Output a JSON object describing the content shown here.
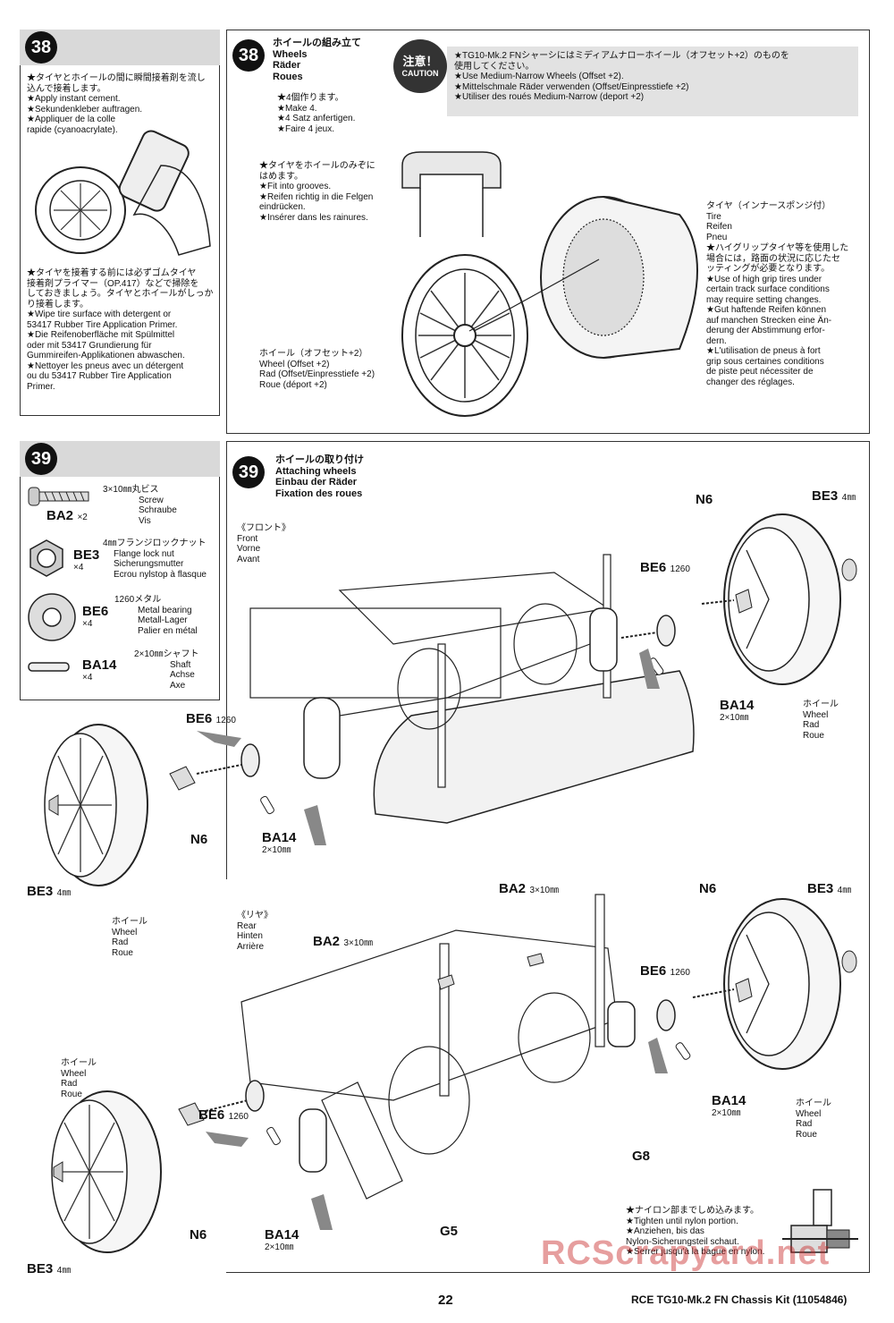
{
  "step38": {
    "number": "38",
    "left_panel": {
      "glue_note": [
        "★タイヤとホイールの間に瞬間接着剤を流し",
        "込んで接着します。",
        "★Apply instant cement.",
        "★Sekundenkleber auftragen.",
        "★Appliquer de la colle",
        "rapide (cyanoacrylate)."
      ],
      "primer_note": [
        "★タイヤを接着する前には必ずゴムタイヤ",
        "接着剤プライマー（OP.417）などで掃除を",
        "しておきましょう。タイヤとホイールがしっか",
        "り接着します。",
        "★Wipe tire surface with detergent or",
        "53417 Rubber Tire Application Primer.",
        "★Die Reifenoberfläche mit Spülmittel",
        "oder mit 53417 Grundierung für",
        "Gummireifen-Applikationen abwaschen.",
        "★Nettoyer les pneus avec un détergent",
        "ou du 53417 Rubber Tire Application",
        "Primer."
      ]
    },
    "title": [
      "ホイールの組み立て",
      "Wheels",
      "Räder",
      "Roues"
    ],
    "make": [
      "★4個作ります。",
      "★Make 4.",
      "★4 Satz anfertigen.",
      "★Faire 4 jeux."
    ],
    "caution_badge": [
      "注意！",
      "CAUTION"
    ],
    "caution_text": [
      "★TG10-Mk.2 FNシャーシにはミディアムナローホイール（オフセット+2）のものを",
      "使用してください。",
      "★Use Medium-Narrow Wheels (Offset +2).",
      "★Mittelschmale Räder verwenden (Offset/Einpresstiefe +2)",
      "★Utiliser des roués Medium-Narrow (deport +2)"
    ],
    "groove_note": [
      "★タイヤをホイールのみぞに",
      "はめます。",
      "★Fit into grooves.",
      "★Reifen richtig in die Felgen",
      "eindrücken.",
      "★Insérer dans les rainures."
    ],
    "tire_label": [
      "タイヤ（インナースポンジ付）",
      "Tire",
      "Reifen",
      "Pneu"
    ],
    "grip_note": [
      "★ハイグリップタイヤ等を使用した",
      "場合には，路面の状況に応じたセ",
      "ッティングが必要となります。",
      "★Use of high grip tires under",
      "certain track surface conditions",
      "may require setting changes.",
      "★Gut haftende Reifen können",
      "auf manchen Strecken eine Än-",
      "derung der Abstimmung erfor-",
      "dern.",
      "★L'utilisation de pneus à fort",
      "grip sous certaines conditions",
      "de piste peut nécessiter de",
      "changer des réglages."
    ],
    "wheel_label": [
      "ホイール（オフセット+2）",
      "Wheel (Offset +2)",
      "Rad (Offset/Einpresstiefe +2)",
      "Roue (déport +2)"
    ]
  },
  "step39": {
    "number": "39",
    "parts": [
      {
        "code": "BA2",
        "qty": "×2",
        "desc": [
          "3×10㎜丸ビス",
          "Screw",
          "Schraube",
          "Vis"
        ]
      },
      {
        "code": "BE3",
        "qty": "×4",
        "desc": [
          "4㎜フランジロックナット",
          "Flange lock nut",
          "Sicherungsmutter",
          "Ecrou nylstop à flasque"
        ]
      },
      {
        "code": "BE6",
        "qty": "×4",
        "desc": [
          "1260メタル",
          "Metal bearing",
          "Metall-Lager",
          "Palier en métal"
        ]
      },
      {
        "code": "BA14",
        "qty": "×4",
        "desc": [
          "2×10㎜シャフト",
          "Shaft",
          "Achse",
          "Axe"
        ]
      }
    ],
    "title": [
      "ホイールの取り付け",
      "Attaching wheels",
      "Einbau der Räder",
      "Fixation des roues"
    ],
    "front": [
      "《フロント》",
      "Front",
      "Vorne",
      "Avant"
    ],
    "rear": [
      "《リヤ》",
      "Rear",
      "Hinten",
      "Arrière"
    ],
    "wheel_word": [
      "ホイール",
      "Wheel",
      "Rad",
      "Roue"
    ],
    "callouts": {
      "n6": "N6",
      "be3": "BE3",
      "be3_size": "4㎜",
      "be6": "BE6",
      "be6_size": "1260",
      "ba14": "BA14",
      "ba14_size": "2×10㎜",
      "ba2": "BA2",
      "ba2_size": "3×10㎜",
      "g8": "G8",
      "g5": "G5"
    },
    "nylon_note": [
      "★ナイロン部までしめ込みます。",
      "★Tighten until nylon portion.",
      "★Anziehen, bis das",
      "Nylon-Sicherungsteil schaut.",
      "★Serrer jusqu'à la bague en nylon."
    ]
  },
  "footer": {
    "page": "22",
    "doc": "RCE TG10-Mk.2 FN Chassis Kit (11054846)",
    "watermark": "RCScrapyard.net"
  }
}
